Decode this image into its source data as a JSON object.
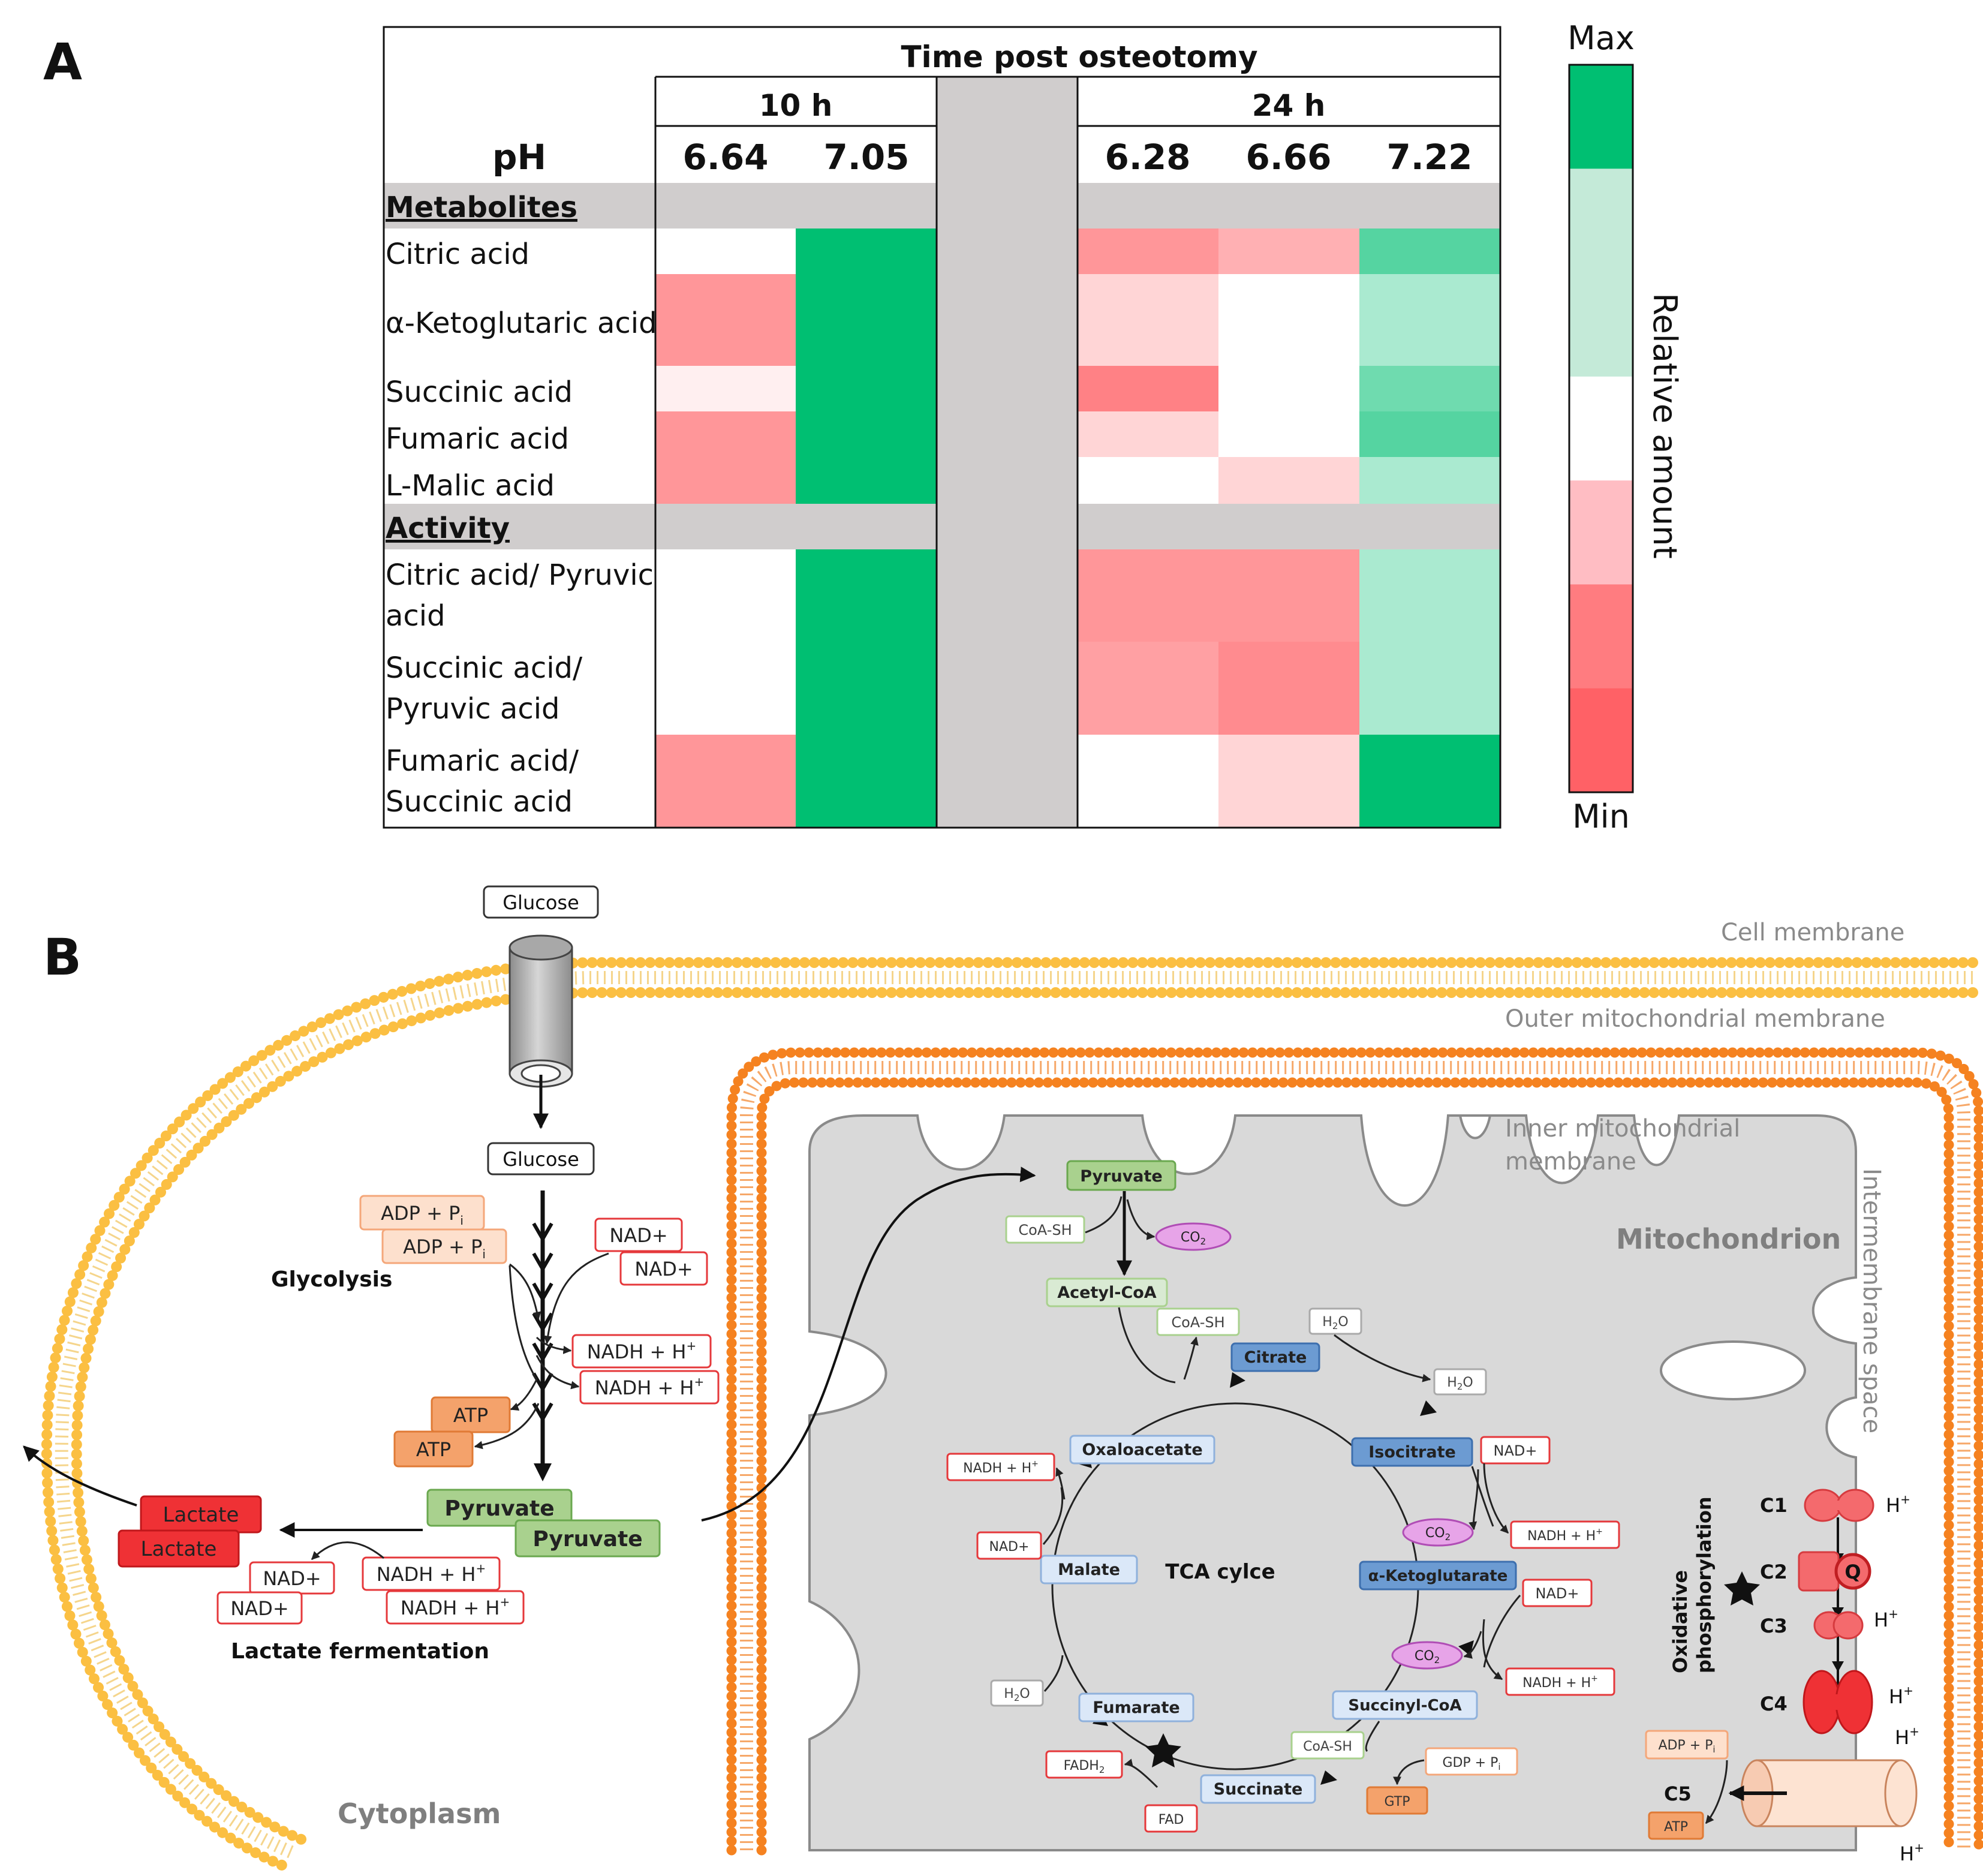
{
  "panel_a": {
    "label": "A",
    "title": "Time post osteotomy",
    "groups": [
      "10 h",
      "24 h"
    ],
    "ph_label": "pH",
    "ph_values": [
      "6.64",
      "7.05",
      "6.28",
      "6.66",
      "7.22"
    ],
    "sections": [
      {
        "name": "Metabolites",
        "rows": [
          {
            "label": [
              "Citric acid"
            ],
            "levels": [
              0,
              3,
              -2,
              -1.5,
              2
            ]
          },
          {
            "label": [
              "α-Ketoglutaric acid"
            ],
            "levels": [
              -2,
              3,
              -0.8,
              0,
              1
            ]
          },
          {
            "label": [
              "Succinic acid"
            ],
            "levels": [
              -0.3,
              3,
              -2.4,
              0,
              1.7
            ]
          },
          {
            "label": [
              "Fumaric acid"
            ],
            "levels": [
              -2,
              3,
              -0.8,
              0,
              2
            ]
          },
          {
            "label": [
              "L-Malic acid"
            ],
            "levels": [
              -2,
              3,
              0,
              -0.8,
              1
            ]
          }
        ]
      },
      {
        "name": "Activity",
        "rows": [
          {
            "label": [
              "Citric acid/ Pyruvic",
              "acid"
            ],
            "levels": [
              0,
              3,
              -2,
              -2,
              1
            ]
          },
          {
            "label": [
              "Succinic acid/",
              "Pyruvic acid"
            ],
            "levels": [
              0,
              3,
              -1.8,
              -2.2,
              1
            ]
          },
          {
            "label": [
              "Fumaric acid/",
              "Succinic acid"
            ],
            "levels": [
              -2,
              3,
              0,
              -0.8,
              3
            ]
          }
        ]
      }
    ],
    "colorbar": {
      "max_label": "Max",
      "min_label": "Min",
      "title": "Relative amount",
      "colors": [
        "#00bf72",
        "#c4ead8",
        "#c4ead8",
        "#ffffff",
        "#ffbdc3",
        "#ff7c80",
        "#ff6166"
      ]
    }
  },
  "panel_b": {
    "label": "B",
    "membranes": {
      "cell": "Cell membrane",
      "outer": "Outer mitochondrial membrane",
      "inner": [
        "Inner mitochondrial",
        "membrane"
      ],
      "intermembrane": "Intermembrane space"
    },
    "regions": {
      "mitochondrion": "Mitochondrion",
      "cytoplasm": "Cytoplasm"
    },
    "glucose_outside": "Glucose",
    "glucose_inside": "Glucose",
    "glycolysis": {
      "title": "Glycolysis",
      "adp": "ADP + P",
      "adp_sub": "i",
      "nad": "NAD+",
      "nadh": "NADH + H",
      "sup_plus": "+",
      "atp": "ATP",
      "pyruvate": "Pyruvate"
    },
    "fermentation": {
      "title": "Lactate fermentation",
      "lactate": "Lactate",
      "nad": "NAD+",
      "nadh": "NADH + H"
    },
    "tca": {
      "title": "TCA cylce",
      "intermediates": [
        "Pyruvate",
        "Acetyl-CoA",
        "Citrate",
        "Isocitrate",
        "α-Ketoglutarate",
        "Succinyl-CoA",
        "Succinate",
        "Fumarate",
        "Malate",
        "Oxaloacetate"
      ],
      "coash": "CoA-SH",
      "co2": "CO",
      "co2_sub": "2",
      "h2o_h": "H",
      "h2o_sub": "2",
      "h2o_o": "O",
      "nad": "NAD+",
      "nadh": "NADH + H",
      "gdp": "GDP + P",
      "gdp_sub": "i",
      "gtp": "GTP",
      "fadh": "FADH",
      "fadh_sub": "2",
      "fad": "FAD"
    },
    "oxphos": {
      "title": [
        "Oxidative",
        "phosphorylation"
      ],
      "complexes": [
        "C1",
        "C2",
        "C3",
        "C4",
        "C5"
      ],
      "q": "Q",
      "proton": "H",
      "adp": "ADP + P",
      "adp_sub": "i",
      "atp": "ATP"
    }
  }
}
